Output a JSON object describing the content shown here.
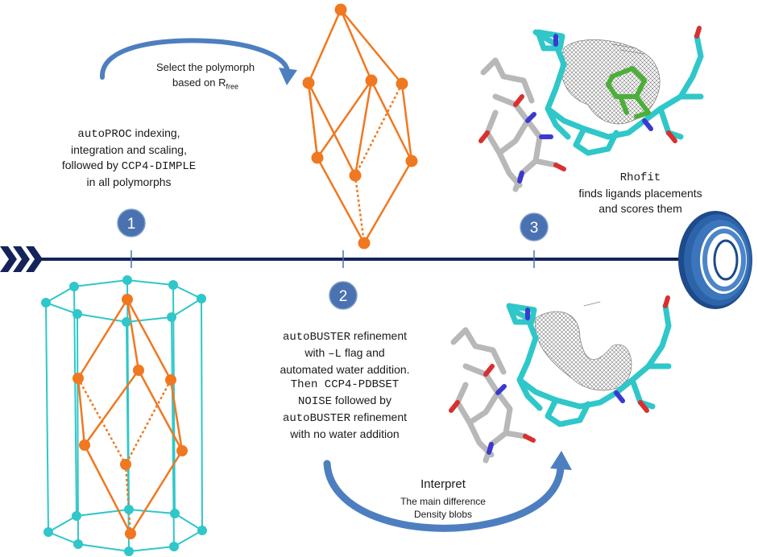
{
  "steps": [
    {
      "number": "1"
    },
    {
      "number": "2"
    },
    {
      "number": "3"
    }
  ],
  "arrows": {
    "top": {
      "label_pre": "Select the polymorph",
      "label_mid": "based on R",
      "label_sub": "free"
    },
    "bottom": {
      "label": "Interpret",
      "sub1": "The main difference",
      "sub2": "Density blobs"
    }
  },
  "step1_text": {
    "line1_mono": "autoPROC",
    "line1_rest": " indexing,",
    "line2": "integration and scaling,",
    "line3_pre": "followed by ",
    "line3_mono": "CCP4-DIMPLE",
    "line4": "in all polymorphs"
  },
  "step2_text": {
    "line1_mono": "autoBUSTER",
    "line1_rest": " refinement",
    "line2_pre": "with ",
    "line2_mono": "–L",
    "line2_rest": " flag and",
    "line3": "automated water addition.",
    "line4_mono": "Then CCP4-PDBSET",
    "line5_mono": "NOISE",
    "line5_rest": " followed by",
    "line6_mono": "autoBUSTER",
    "line6_rest": " refinement",
    "line7": "with no water addition"
  },
  "step3_text": {
    "line1_mono": "Rhofit",
    "line2": "finds ligands placements",
    "line3": "and scores them"
  },
  "colors": {
    "navy": "#14245a",
    "step_circle": "#4a72b0",
    "arrow_blue": "#4d7fc0",
    "orange": "#f07820",
    "cyan": "#2fc7c9",
    "grey_stick": "#b8b8b8"
  }
}
